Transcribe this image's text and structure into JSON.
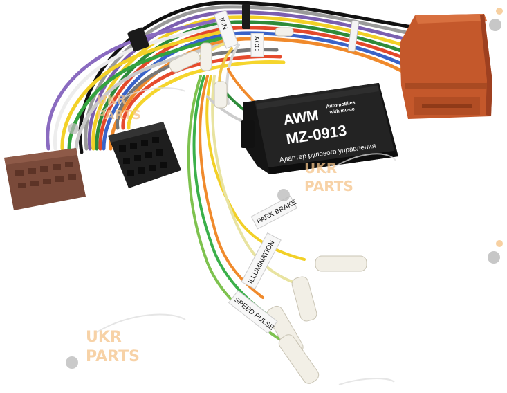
{
  "module": {
    "brand": "AWM",
    "tagline_line1": "Automobiles",
    "tagline_line2": "with music",
    "model": "MZ-0913",
    "description": "Адаптер рулевого управления"
  },
  "wire_tags": {
    "ign": "IGN",
    "acc": "ACC",
    "park_brake": "PARK BRAKE",
    "illumination": "ILLUMINATION",
    "speed_pulse": "SPEED PULSE"
  },
  "watermark": {
    "line1": "UKR",
    "line2": "PARTS"
  },
  "colors": {
    "module_body": "#1b1b1b",
    "connector_orange": "#c4582b",
    "connector_brown": "#7a4a3a",
    "connector_black": "#1e1e1e",
    "watermark": "#f5c48a"
  }
}
